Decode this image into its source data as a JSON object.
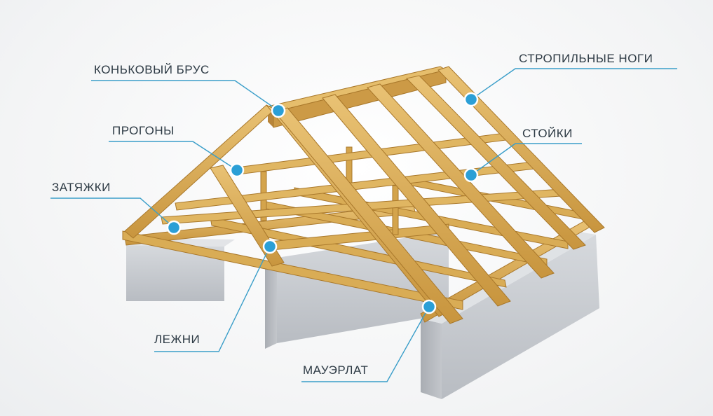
{
  "labels": {
    "ridge_beam": "КОНЬКОВЫЙ БРУС",
    "rafters": "СТРОПИЛЬНЫЕ НОГИ",
    "purlins": "ПРОГОНЫ",
    "posts": "СТОЙКИ",
    "ties": "ЗАТЯЖКИ",
    "sleepers": "ЛЕЖНИ",
    "wall_plate": "МАУЭРЛАТ"
  },
  "colors": {
    "wood": "#d4a44c",
    "wood_light": "#e6be6c",
    "wood_dark": "#a9782b",
    "concrete": "#c9ccd1",
    "leader": "#3a9ec9",
    "marker": "#2b9fd6"
  }
}
